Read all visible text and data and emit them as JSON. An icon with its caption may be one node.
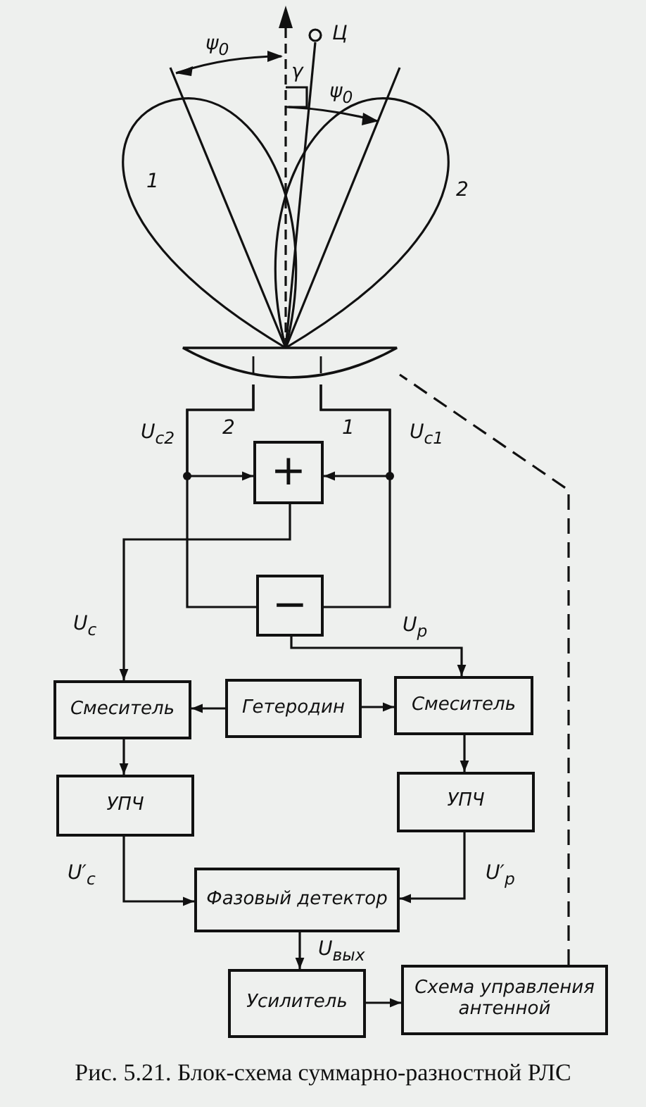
{
  "diagram": {
    "caption": "Рис. 5.21. Блок-схема суммарно-разностной РЛС",
    "nodes": [
      {
        "text": [],
        "shape": "dish"
      },
      {
        "text": [
          "+"
        ]
      },
      {
        "text": [
          "−"
        ]
      },
      {
        "text": [
          "Смеситель"
        ]
      },
      {
        "text": [
          "Гетеродин"
        ]
      },
      {
        "text": [
          "Смеситель"
        ]
      },
      {
        "text": [
          "УПЧ"
        ]
      },
      {
        "text": [
          "УПЧ"
        ]
      },
      {
        "text": [
          "Фазовый детектор"
        ]
      },
      {
        "text": [
          "Усилитель"
        ]
      },
      {
        "text": [
          "Схема управления антенной"
        ]
      }
    ],
    "edges": [
      {
        "from": 0,
        "to": 1,
        "arrow": "to"
      },
      {
        "from": 0,
        "to": 1,
        "arrow": "to"
      },
      {
        "from": 0,
        "to": 2,
        "arrow": "none"
      },
      {
        "from": 0,
        "to": 2,
        "arrow": "none"
      },
      {
        "from": 1,
        "to": 3,
        "arrow": "to",
        "label": "U$_{с}$"
      },
      {
        "from": 2,
        "to": 5,
        "arrow": "to",
        "label": "U$_{р}$"
      },
      {
        "from": 4,
        "to": 3,
        "arrow": "to"
      },
      {
        "from": 4,
        "to": 5,
        "arrow": "to"
      },
      {
        "from": 3,
        "to": 6,
        "arrow": "to"
      },
      {
        "from": 5,
        "to": 7,
        "arrow": "to"
      },
      {
        "from": 6,
        "to": 8,
        "arrow": "to",
        "label": "U′$_{с}$"
      },
      {
        "from": 7,
        "to": 8,
        "arrow": "to",
        "label": "U′$_{р}$"
      },
      {
        "from": 8,
        "to": 9,
        "arrow": "to",
        "label": "U$_{вых}$"
      },
      {
        "from": 9,
        "to": 10,
        "arrow": "to"
      },
      {
        "from": 10,
        "to": 0,
        "arrow": "none",
        "style": "dashed"
      }
    ],
    "labels": [
      "ψ$_{0}$",
      "Ц",
      "γ",
      "ψ$_{0}$",
      "1",
      "2",
      "2",
      "1",
      "U$_{с2}$",
      "U$_{с1}$"
    ]
  }
}
